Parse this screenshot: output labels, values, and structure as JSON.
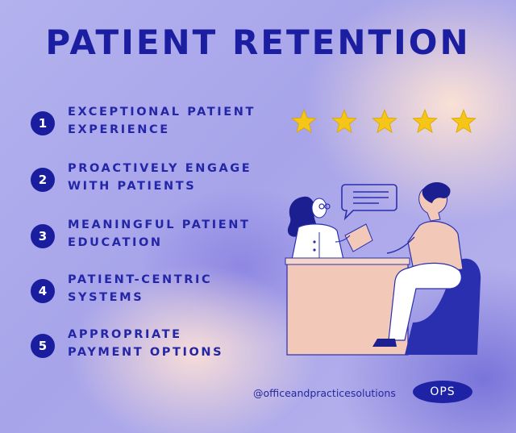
{
  "title": "PATIENT RETENTION",
  "items": [
    {
      "number": "1",
      "label": "EXCEPTIONAL PATIENT\nEXPERIENCE"
    },
    {
      "number": "2",
      "label": "PROACTIVELY ENGAGE\nWITH PATIENTS"
    },
    {
      "number": "3",
      "label": "MEANINGFUL PATIENT\nEDUCATION"
    },
    {
      "number": "4",
      "label": "PATIENT-CENTRIC\nSYSTEMS"
    },
    {
      "number": "5",
      "label": "APPROPRIATE\nPAYMENT OPTIONS"
    }
  ],
  "rating": {
    "value": 5,
    "max": 5,
    "icon": "star-icon"
  },
  "social_handle": "@officeandpracticesolutions",
  "logo_text": "OPS",
  "colors": {
    "brand_blue": "#1b1ea0",
    "star_yellow": "#f5c518",
    "desk_peach": "#f2c9b8",
    "chair_blue": "#2a2fb0"
  }
}
